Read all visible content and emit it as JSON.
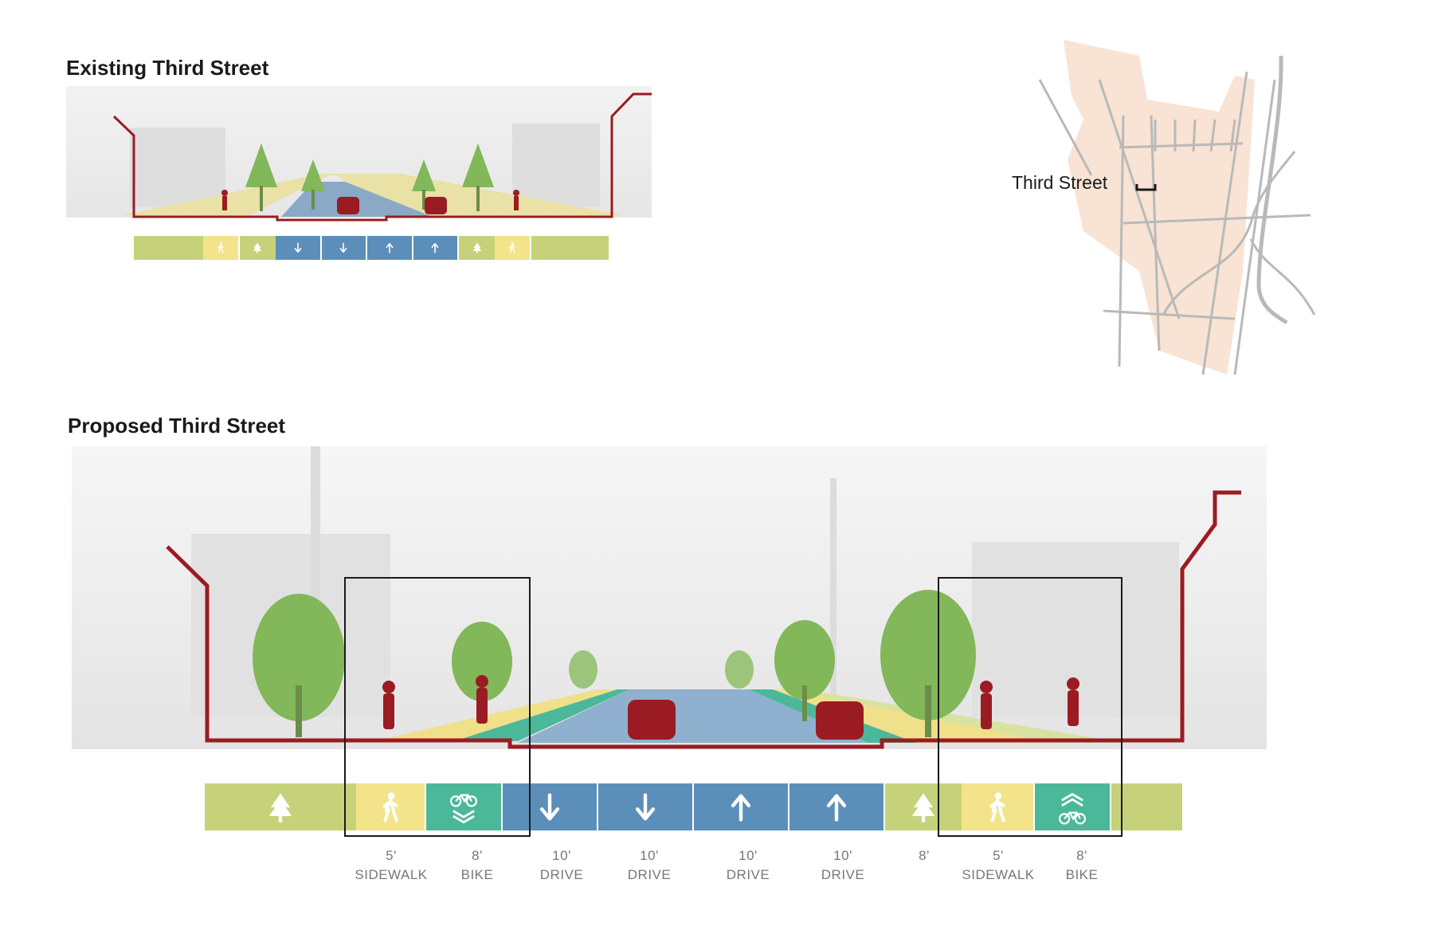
{
  "headings": {
    "existing": "Existing Third Street",
    "proposed": "Proposed Third Street"
  },
  "map": {
    "street_label": "Third Street"
  },
  "colors": {
    "outline": "#9b1b22",
    "grass": "#c5d27a",
    "sidewalk": "#f3e38a",
    "drive": "#5b8fb9",
    "bike": "#4bb89a",
    "tree": "#82b75a",
    "map_area": "#f8e3d4",
    "map_road": "#b9b9b9"
  },
  "existing_strip": [
    {
      "kind": "grass",
      "icon": ""
    },
    {
      "kind": "sidewalk",
      "icon": "pedestrian-icon"
    },
    {
      "kind": "grass",
      "icon": "tree-icon"
    },
    {
      "kind": "drive",
      "icon": "arrow-down-icon"
    },
    {
      "kind": "drive",
      "icon": "arrow-down-icon"
    },
    {
      "kind": "drive",
      "icon": "arrow-up-icon"
    },
    {
      "kind": "drive",
      "icon": "arrow-up-icon"
    },
    {
      "kind": "grass",
      "icon": "tree-icon"
    },
    {
      "kind": "sidewalk",
      "icon": "pedestrian-icon"
    },
    {
      "kind": "grass",
      "icon": ""
    }
  ],
  "proposed_strip": [
    {
      "kind": "grass",
      "icon": "tree-icon"
    },
    {
      "kind": "sidewalk",
      "icon": "pedestrian-icon"
    },
    {
      "kind": "bike",
      "icon": "bicycle-chevron-down-icon"
    },
    {
      "kind": "drive",
      "icon": "arrow-down-icon"
    },
    {
      "kind": "drive",
      "icon": "arrow-down-icon"
    },
    {
      "kind": "drive",
      "icon": "arrow-up-icon"
    },
    {
      "kind": "drive",
      "icon": "arrow-up-icon"
    },
    {
      "kind": "grass",
      "icon": "tree-icon"
    },
    {
      "kind": "sidewalk",
      "icon": "pedestrian-icon"
    },
    {
      "kind": "bike",
      "icon": "bicycle-chevron-up-icon"
    },
    {
      "kind": "grass",
      "icon": ""
    }
  ],
  "dimensions": [
    {
      "width": "5'",
      "use": "SIDEWALK"
    },
    {
      "width": "8'",
      "use": "BIKE"
    },
    {
      "width": "10'",
      "use": "DRIVE"
    },
    {
      "width": "10'",
      "use": "DRIVE"
    },
    {
      "width": "10'",
      "use": "DRIVE"
    },
    {
      "width": "10'",
      "use": "DRIVE"
    },
    {
      "width": "8'",
      "use": ""
    },
    {
      "width": "5'",
      "use": "SIDEWALK"
    },
    {
      "width": "8'",
      "use": "BIKE"
    }
  ]
}
